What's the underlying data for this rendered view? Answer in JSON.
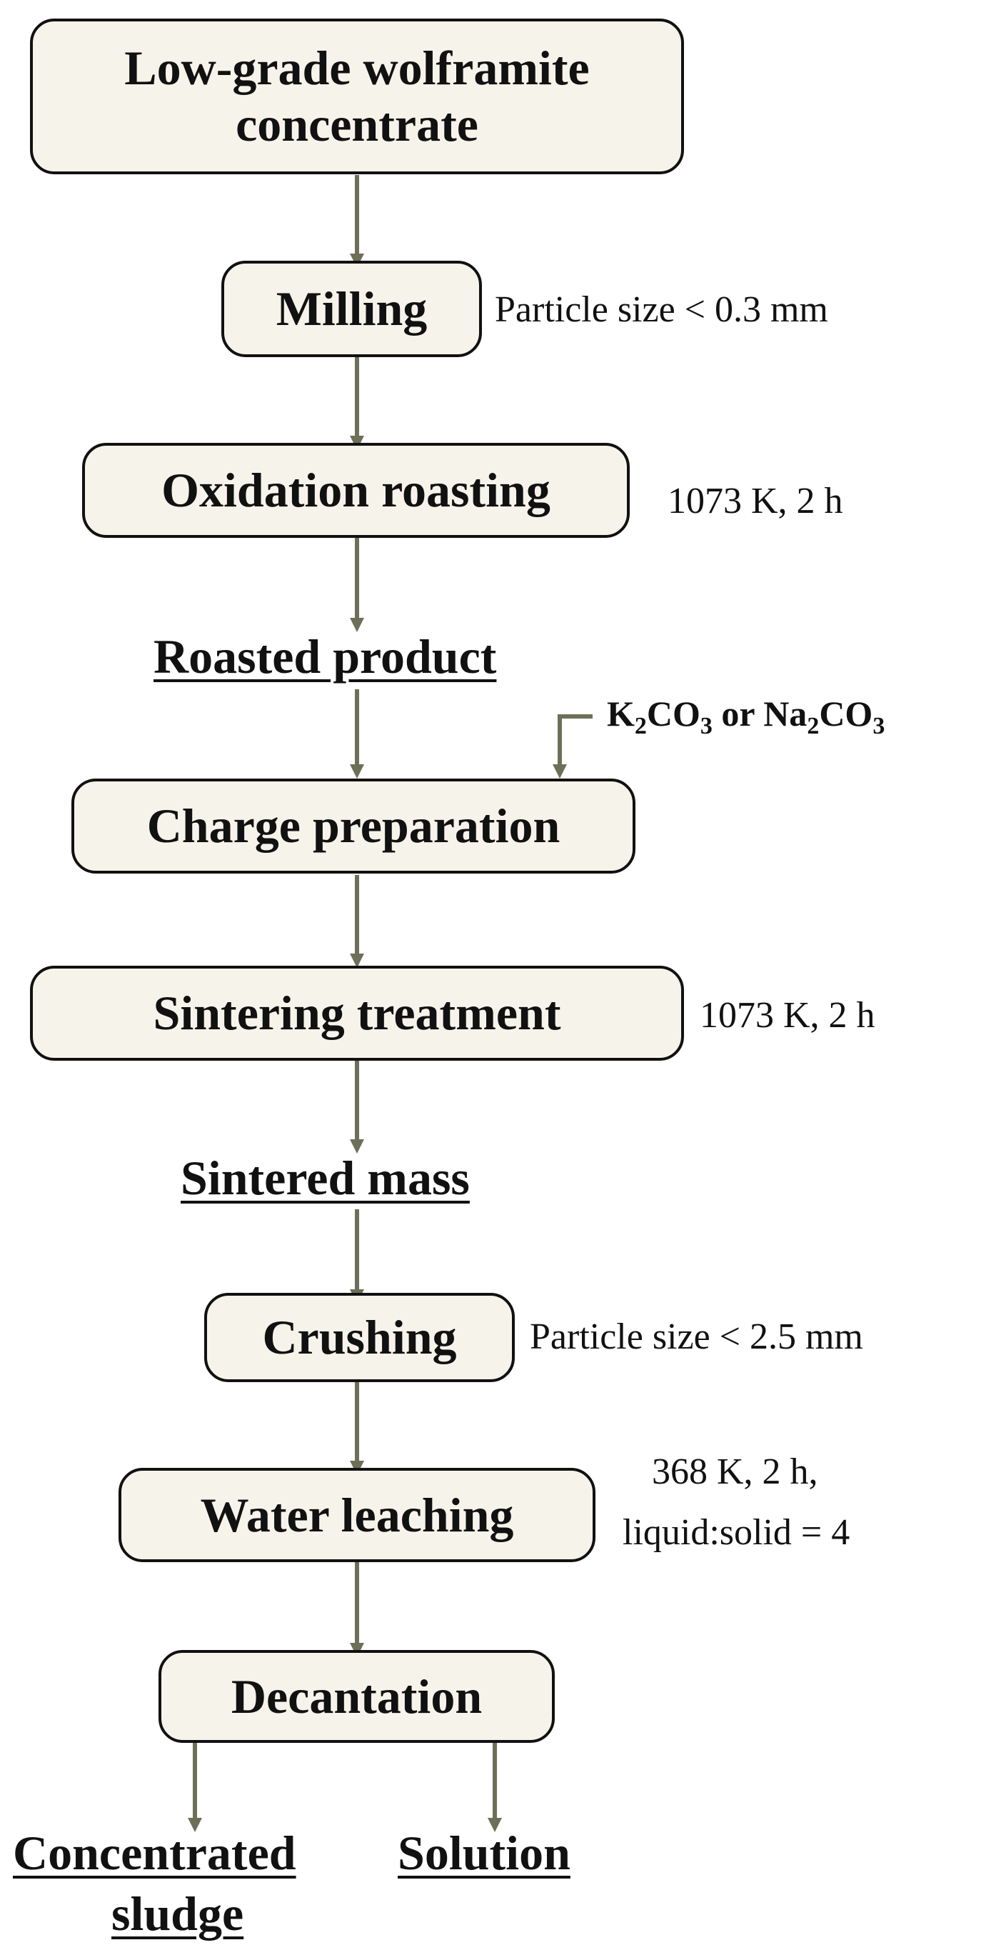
{
  "steps": {
    "concentrate": "Low-grade wolframite\nconcentrate",
    "milling": "Milling",
    "oxidation": "Oxidation roasting",
    "charge": "Charge preparation",
    "sintering": "Sintering treatment",
    "crushing": "Crushing",
    "leaching": "Water leaching",
    "decantation": "Decantation"
  },
  "products": {
    "roasted": "Roasted product",
    "sintered": "Sintered mass",
    "sludge_line1": "Concentrated",
    "sludge_line2": "sludge",
    "solution": "Solution"
  },
  "conditions": {
    "milling": "Particle size < 0.3 mm",
    "oxidation": "1073 K, 2 h",
    "sintering": "1073 K, 2 h",
    "crushing": "Particle size < 2.5 mm",
    "leaching_line1": "368 K, 2 h,",
    "leaching_line2": "liquid:solid = 4"
  },
  "reagent": {
    "k_symbol": "K",
    "k_sub": "2",
    "k_co": "CO",
    "k_co_sub": "3",
    "joiner": " or ",
    "na_symbol": "Na",
    "na_sub": "2",
    "na_co": "CO",
    "na_co_sub": "3"
  },
  "colors": {
    "arrow": "#6e6f58",
    "box_fill": "#f6f3ea",
    "outline": "#111111"
  }
}
